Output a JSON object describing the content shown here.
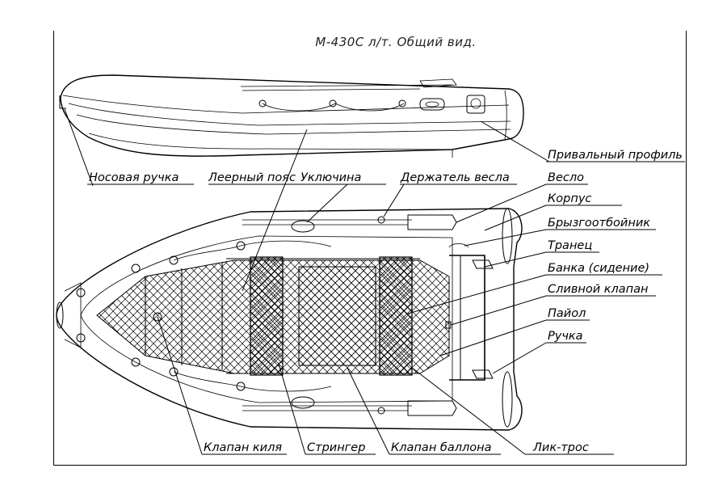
{
  "title": "М-430С л/т. Общий вид.",
  "labels": {
    "nosovaya_ruchka": "Носовая ручка",
    "leerny_poyas": "Леерный пояс",
    "uklyuchina": "Уключина",
    "derzhatel_vesla": "Держатель весла",
    "privalny_profil": "Привальный профиль",
    "veslo": "Весло",
    "korpus": "Корпус",
    "bryzgootboynik": "Брызгоотбойник",
    "tranets": "Транец",
    "banka": "Банка (сидение)",
    "slivnoy_klapan": "Сливной клапан",
    "paiol": "Пайол",
    "ruchka": "Ручка",
    "klapan_kilya": "Клапан киля",
    "stringer": "Стрингер",
    "klapan_ballona": "Клапан баллона",
    "lik_tros": "Лик-трос"
  }
}
